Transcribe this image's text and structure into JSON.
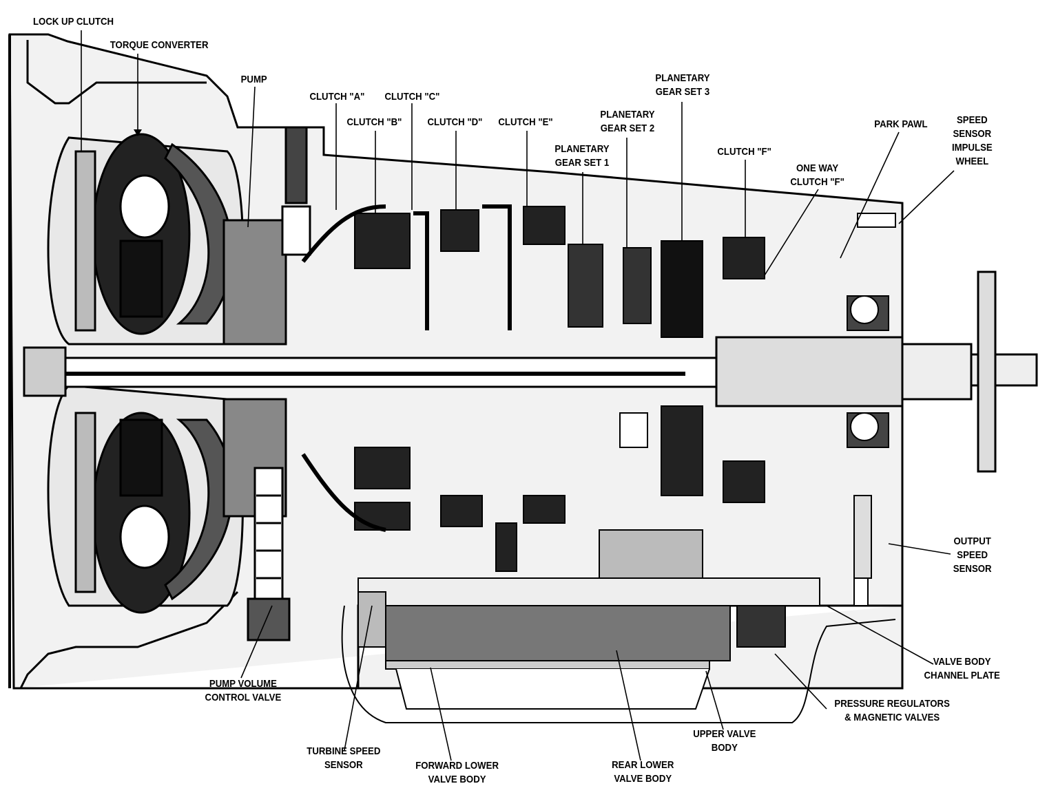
{
  "labels": {
    "lock_up_clutch": "LOCK UP CLUTCH",
    "torque_converter": "TORQUE CONVERTER",
    "pump": "PUMP",
    "clutch_a": "CLUTCH \"A\"",
    "clutch_c": "CLUTCH \"C\"",
    "clutch_b": "CLUTCH \"B\"",
    "clutch_d": "CLUTCH \"D\"",
    "clutch_e": "CLUTCH \"E\"",
    "planetary_gear_set_1": [
      "PLANETARY",
      "GEAR SET 1"
    ],
    "planetary_gear_set_2": [
      "PLANETARY",
      "GEAR SET 2"
    ],
    "planetary_gear_set_3": [
      "PLANETARY",
      "GEAR SET 3"
    ],
    "clutch_f": "CLUTCH \"F\"",
    "one_way_clutch_f": [
      "ONE WAY",
      "CLUTCH \"F\""
    ],
    "park_pawl": "PARK PAWL",
    "speed_sensor_impulse_wheel": [
      "SPEED",
      "SENSOR",
      "IMPULSE",
      "WHEEL"
    ],
    "output_speed_sensor": [
      "OUTPUT",
      "SPEED",
      "SENSOR"
    ],
    "valve_body_channel_plate": [
      "VALVE BODY",
      "CHANNEL PLATE"
    ],
    "pressure_regulators": [
      "PRESSURE REGULATORS",
      "& MAGNETIC VALVES"
    ],
    "upper_valve_body": [
      "UPPER VALVE",
      "BODY"
    ],
    "rear_lower_valve_body": [
      "REAR LOWER",
      "VALVE BODY"
    ],
    "forward_lower_valve_body": [
      "FORWARD LOWER",
      "VALVE BODY"
    ],
    "turbine_speed_sensor": [
      "TURBINE SPEED",
      "SENSOR"
    ],
    "pump_volume_control_valve": [
      "PUMP VOLUME",
      "CONTROL VALVE"
    ]
  }
}
